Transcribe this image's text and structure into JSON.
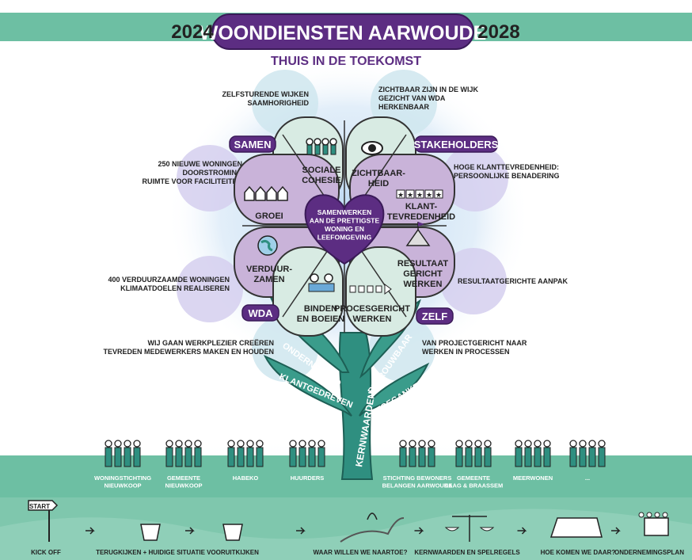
{
  "header": {
    "year_start": "2024",
    "year_end": "2028",
    "title": "WOONDIENSTEN AARWOUDE",
    "subtitle": "THUIS IN DE TOEKOMST"
  },
  "flower": {
    "center_lines": [
      "SAMENWERKEN",
      "AAN DE PRETTIGSTE",
      "WONING EN",
      "LEEFOMGEVING"
    ],
    "tags": [
      "SAMEN",
      "STAKEHOLDERS",
      "WDA",
      "ZELF"
    ],
    "petals": [
      {
        "label_lines": [
          "SOCIALE",
          "COHESIE"
        ],
        "icon": "people-icon",
        "note_lines": [
          "ZELFSTURENDE WIJKEN",
          "SAAMHORIGHEID"
        ]
      },
      {
        "label_lines": [
          "ZICHTBAAR-",
          "HEID"
        ],
        "icon": "eye-icon",
        "note_lines": [
          "ZICHTBAAR ZIJN IN DE WIJK",
          "GEZICHT VAN WDA",
          "HERKENBAAR"
        ]
      },
      {
        "label_lines": [
          "GROEI"
        ],
        "icon": "houses-icon",
        "note_lines": [
          "250 NIEUWE WONINGEN",
          "DOORSTROMING",
          "RUIMTE VOOR FACILITEITEN"
        ]
      },
      {
        "label_lines": [
          "KLANT-",
          "TEVREDENHEID"
        ],
        "icon": "stars-icon",
        "note_lines": [
          "HOGE KLANTTEVREDENHEID:",
          "PERSOONLIJKE BENADERING"
        ]
      },
      {
        "label_lines": [
          "VERDUUR-",
          "ZAMEN"
        ],
        "icon": "globe-icon",
        "note_lines": [
          "400 VERDUURZAAMDE WONINGEN",
          "KLIMAATDOELEN REALISEREN"
        ]
      },
      {
        "label_lines": [
          "RESULTAAT",
          "GERICHT",
          "WERKEN"
        ],
        "icon": "mountain-flag-icon",
        "note_lines": [
          "RESULTAATGERICHTE AANPAK"
        ]
      },
      {
        "label_lines": [
          "BINDEN",
          "EN BOEIEN"
        ],
        "icon": "team-icon",
        "note_lines": [
          "WIJ GAAN WERKPLEZIER CREËREN",
          "TEVREDEN MEDEWERKERS MAKEN EN HOUDEN"
        ]
      },
      {
        "label_lines": [
          "PROCESGERICHT",
          "WERKEN"
        ],
        "icon": "process-icon",
        "note_lines": [
          "VAN PROJECTGERICHT NAAR",
          "WERKEN IN PROCESSEN"
        ]
      }
    ],
    "leaves": [
      "ONDERNEMEND",
      "KLANTGEDREVEN",
      "BETROUWBAAR",
      "TOEGANKELIJK"
    ],
    "stem": "KERNWAARDEN"
  },
  "stakeholders": [
    {
      "lines": [
        "WONINGSTICHTING",
        "NIEUWKOOP"
      ]
    },
    {
      "lines": [
        "GEMEENTE",
        "NIEUWKOOP"
      ]
    },
    {
      "lines": [
        "HABEKO"
      ]
    },
    {
      "lines": [
        "HUURDERS"
      ]
    },
    {
      "lines": [
        "STICHTING BEWONERS",
        "BELANGEN AARWOUDE"
      ]
    },
    {
      "lines": [
        "GEMEENTE",
        "KAAG & BRAASSEM"
      ]
    },
    {
      "lines": [
        "MEERWONEN"
      ]
    },
    {
      "lines": [
        "..."
      ]
    }
  ],
  "process": {
    "start_sign": "START",
    "steps": [
      "KICK OFF",
      "TERUGKIJKEN + HUIDIGE SITUATIE",
      "VOORUITKIJKEN",
      "WAAR WILLEN WE NAARTOE?",
      "KERNWAARDEN EN SPELREGELS",
      "HOE KOMEN WE DAAR?",
      "ONDERNEMINGSPLAN"
    ]
  },
  "colors": {
    "teal": "#6dbfa3",
    "teal_dark": "#2f8f80",
    "purple": "#5c2d82",
    "petal_light": "#d8ebe3",
    "petal_purple": "#c9b3d9",
    "halo": "#cfe3f5",
    "ink": "#222222"
  }
}
